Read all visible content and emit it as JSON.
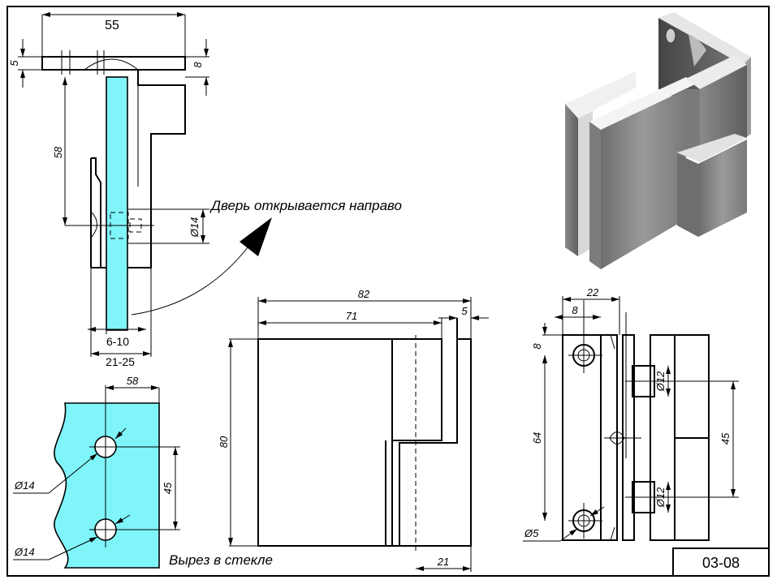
{
  "drawing": {
    "code": "03-08",
    "notes": {
      "door_direction": "Дверь открывается направо",
      "glass_cutout": "Вырез в стекле"
    },
    "colors": {
      "glass": "#7ff5fa",
      "line": "#000000",
      "background": "#ffffff"
    },
    "top_view": {
      "dims": {
        "width": "55",
        "top_thickness": "5",
        "plate_offset": "8",
        "hole_depth": "58",
        "hole_diameter": "Ø14",
        "glass_thickness": "6-10",
        "total_thickness": "21-25"
      }
    },
    "glass_cutout_view": {
      "dims": {
        "edge_to_hole": "58",
        "hole_spacing": "45",
        "hole1_diameter": "Ø14",
        "hole2_diameter": "Ø14"
      }
    },
    "front_view": {
      "dims": {
        "overall_width": "82",
        "body_width": "71",
        "lip_width": "5",
        "height": "80",
        "axis_offset": "21"
      }
    },
    "side_view": {
      "dims": {
        "width": "22",
        "hole_offset_x": "8",
        "hole_offset_y": "8",
        "hole_spacing": "64",
        "mount_hole": "Ø5",
        "pin_spacing": "45",
        "pin1_diameter": "Ø12",
        "pin2_diameter": "Ø12"
      }
    },
    "isometric": {
      "label": "hinge-3d-render"
    }
  }
}
